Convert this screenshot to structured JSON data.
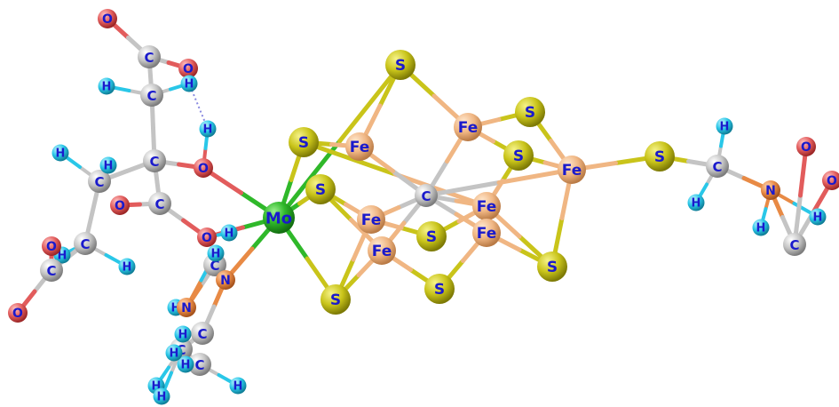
{
  "molecule": {
    "colors": {
      "Mo": "#2fb82a",
      "Fe": "#f0b683",
      "S": "#c9c41a",
      "C": "#c4c4c4",
      "O": "#e25c5c",
      "N": "#e88a45",
      "H": "#29c7e8"
    },
    "atoms": [
      {
        "el": "Mo",
        "label": "Mo"
      },
      {
        "el": "Fe",
        "label": "Fe"
      },
      {
        "el": "Fe",
        "label": "Fe"
      },
      {
        "el": "Fe",
        "label": "Fe"
      },
      {
        "el": "Fe",
        "label": "Fe"
      },
      {
        "el": "Fe",
        "label": "Fe"
      },
      {
        "el": "Fe",
        "label": "Fe"
      },
      {
        "el": "Fe",
        "label": "Fe"
      },
      {
        "el": "C",
        "label": "C"
      },
      {
        "el": "S",
        "label": "S"
      },
      {
        "el": "S",
        "label": "S"
      },
      {
        "el": "S",
        "label": "S"
      },
      {
        "el": "S",
        "label": "S"
      },
      {
        "el": "S",
        "label": "S"
      },
      {
        "el": "S",
        "label": "S"
      },
      {
        "el": "S",
        "label": "S"
      },
      {
        "el": "S",
        "label": "S"
      },
      {
        "el": "S",
        "label": "S"
      },
      {
        "el": "S",
        "label": "S"
      },
      {
        "el": "O",
        "label": "O"
      },
      {
        "el": "C",
        "label": "C"
      },
      {
        "el": "O",
        "label": "O"
      },
      {
        "el": "C",
        "label": "C"
      },
      {
        "el": "H",
        "label": "H"
      },
      {
        "el": "H",
        "label": "H"
      },
      {
        "el": "C",
        "label": "C"
      },
      {
        "el": "O",
        "label": "O"
      },
      {
        "el": "H",
        "label": "H"
      },
      {
        "el": "C",
        "label": "C"
      },
      {
        "el": "O",
        "label": "O"
      },
      {
        "el": "O",
        "label": "O"
      },
      {
        "el": "C",
        "label": "C"
      },
      {
        "el": "H",
        "label": "H"
      },
      {
        "el": "H",
        "label": "H"
      },
      {
        "el": "C",
        "label": "C"
      },
      {
        "el": "H",
        "label": "H"
      },
      {
        "el": "H",
        "label": "H"
      },
      {
        "el": "C",
        "label": "C"
      },
      {
        "el": "O",
        "label": "O"
      },
      {
        "el": "O",
        "label": "O"
      },
      {
        "el": "H",
        "label": "H"
      },
      {
        "el": "C",
        "label": "C"
      },
      {
        "el": "N",
        "label": "N"
      },
      {
        "el": "H",
        "label": "H"
      },
      {
        "el": "N",
        "label": "N"
      },
      {
        "el": "H",
        "label": "H"
      },
      {
        "el": "C",
        "label": "C"
      },
      {
        "el": "C",
        "label": "C"
      },
      {
        "el": "H",
        "label": "H"
      },
      {
        "el": "H",
        "label": "H"
      },
      {
        "el": "H",
        "label": "H"
      },
      {
        "el": "H",
        "label": "H"
      },
      {
        "el": "C",
        "label": "C"
      },
      {
        "el": "H",
        "label": "H"
      },
      {
        "el": "H",
        "label": "H"
      },
      {
        "el": "C",
        "label": "C"
      },
      {
        "el": "H",
        "label": "H"
      },
      {
        "el": "H",
        "label": "H"
      },
      {
        "el": "N",
        "label": "N"
      },
      {
        "el": "H",
        "label": "H"
      },
      {
        "el": "H",
        "label": "H"
      },
      {
        "el": "C",
        "label": "C"
      },
      {
        "el": "O",
        "label": "O"
      },
      {
        "el": "O",
        "label": "O"
      }
    ]
  }
}
